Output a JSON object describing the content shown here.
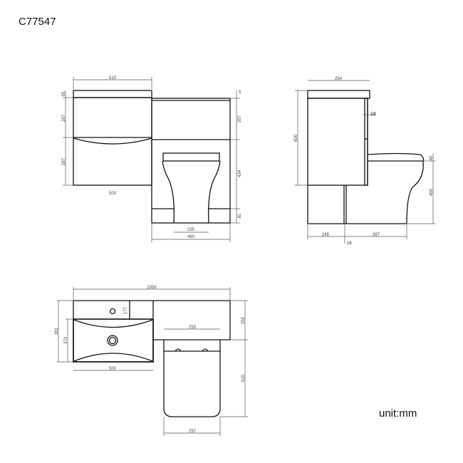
{
  "product_code": "C77547",
  "unit_label": "unit:mm",
  "front_view": {
    "width_top": "510",
    "width_bottom": "500",
    "top_thickness": "55",
    "drawer_upper": "287",
    "drawer_lower": "287",
    "gap_right": "5",
    "cistern_panel": "257",
    "toilet_panel": "434",
    "plinth": "81",
    "pan_base": "225",
    "unit_width": "490"
  },
  "side_view": {
    "top_depth": "254",
    "height": "600",
    "door": "18",
    "seat": "40",
    "pan_height": "400",
    "depth_back": "245",
    "projection": "387",
    "plinth": "16"
  },
  "top_view": {
    "overall_width": "1056",
    "unit_depth": "255",
    "pan_length": "510",
    "basin_depth": "381",
    "bowl_depth": "370",
    "basin_width": "500",
    "seat_width": "255",
    "pan_width": "257",
    "tap_note": "177"
  }
}
